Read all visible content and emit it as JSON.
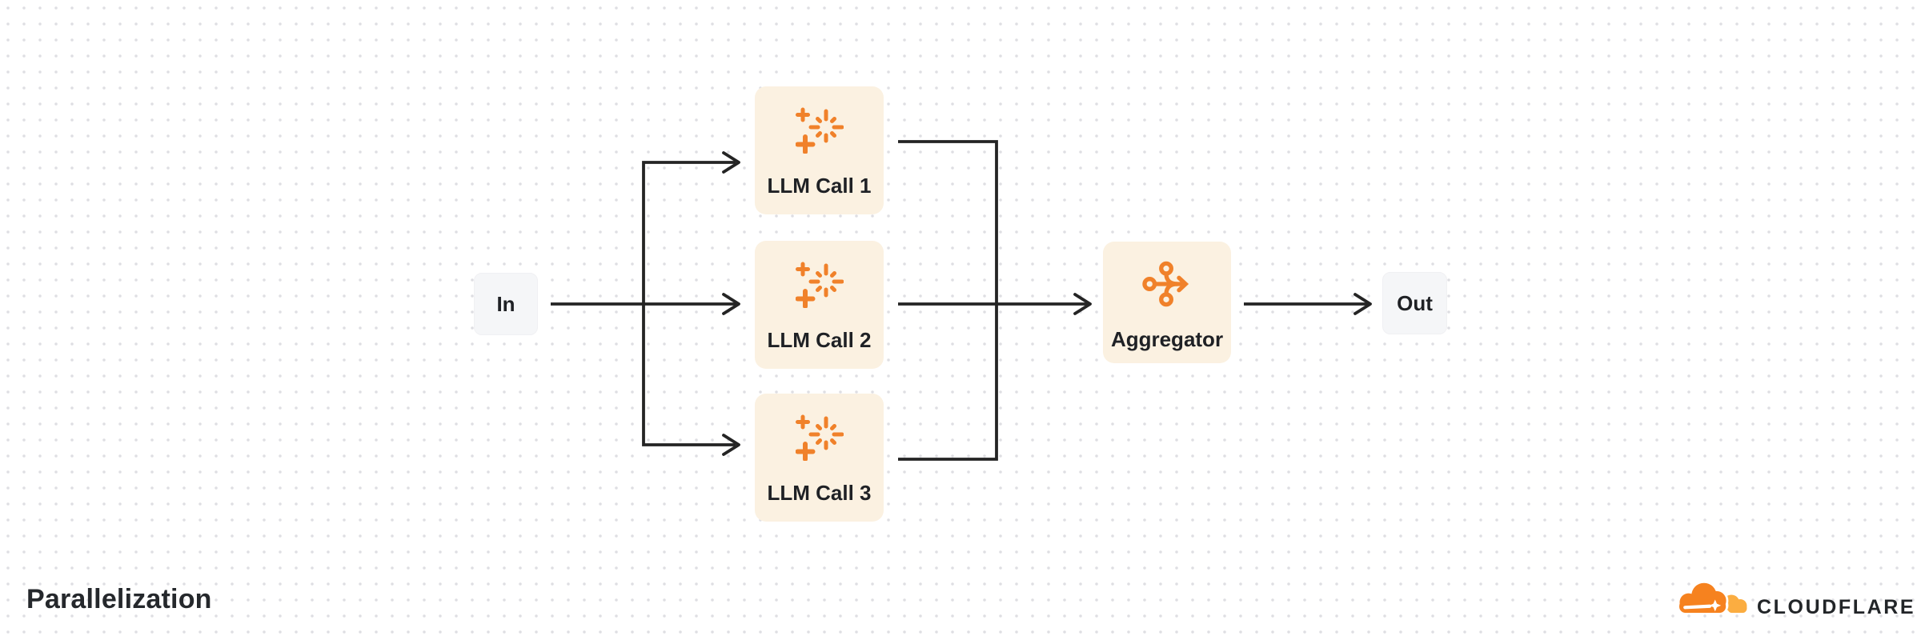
{
  "title": "Parallelization",
  "diagram": {
    "nodes": {
      "input": {
        "label": "In"
      },
      "llm_calls": [
        {
          "label": "LLM Call 1",
          "icon": "sparkles-icon"
        },
        {
          "label": "LLM Call 2",
          "icon": "sparkles-icon"
        },
        {
          "label": "LLM Call 3",
          "icon": "sparkles-icon"
        }
      ],
      "aggregator": {
        "label": "Aggregator",
        "icon": "merge-arrow-icon"
      },
      "output": {
        "label": "Out"
      }
    },
    "flow": "In splits to LLM Call 1, LLM Call 2, LLM Call 3 in parallel; results merge into Aggregator; Aggregator outputs to Out"
  },
  "branding": {
    "wordmark": "CLOUDFLARE"
  },
  "colors": {
    "background": "#ffffff",
    "dot_grid": "#dedee2",
    "task_node_fill": "#fbf1e1",
    "io_node_fill": "#f5f6f8",
    "icon_orange": "#f0812a",
    "edge_dark": "#242424",
    "text_dark": "#1f2125",
    "cloudflare_orange": "#f6821f",
    "cloudflare_light_orange": "#fbad41"
  }
}
